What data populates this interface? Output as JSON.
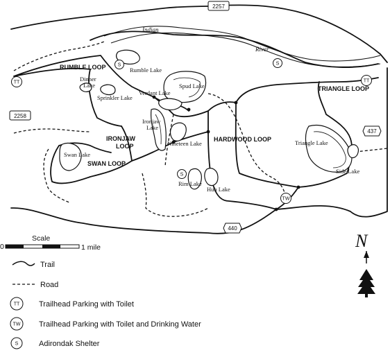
{
  "routes": [
    "2257",
    "2258",
    "437",
    "440"
  ],
  "river": {
    "word1": "Indian",
    "word2": "River"
  },
  "loops": {
    "rumble": "RUMBLE LOOP",
    "ironjaw1": "IRONJAW",
    "ironjaw2": "LOOP",
    "swan": "SWAN LOOP",
    "hardwood": "HARDWOOD LOOP",
    "triangle": "TRIANGLE LOOP"
  },
  "lakes": {
    "rumble": "Rumble Lake",
    "dinner1": "Dinner",
    "dinner2": "Lake",
    "sprinkler": "Sprinkler Lake",
    "verdant": "Verdant Lake",
    "spud": "Spud Lake",
    "ironjaw1": "Ironjaw",
    "ironjaw2": "Lake",
    "nineteen": "Nineteen Lake",
    "swan": "Swan Lake",
    "rim": "Rim Lake",
    "hub": "Hub Lake",
    "triangle": "Triangle Lake",
    "side": "Side Lake"
  },
  "symbols": {
    "tt": "TT",
    "tw": "TW",
    "s": "S"
  },
  "compass": {
    "letter": "N"
  },
  "legend": {
    "scale_title": "Scale",
    "scale_zero": "0",
    "scale_end": "1 mile",
    "trail": "Trail",
    "road": "Road",
    "tt": "Trailhead Parking with Toilet",
    "tw": "Trailhead Parking with Toilet and Drinking Water",
    "s": "Adirondak Shelter"
  },
  "colors": {
    "ink": "#111111",
    "paper": "#ffffff"
  }
}
